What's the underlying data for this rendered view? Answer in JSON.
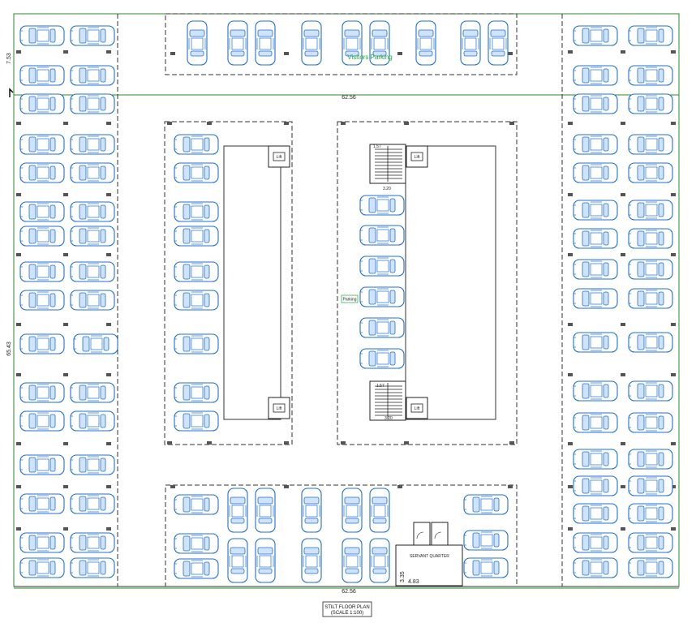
{
  "plan": {
    "title": "STILT  FLOOR  PLAN",
    "scale": "(SCALE  1:100)",
    "visitors_label": "Visitors Parking",
    "parking_label": "Parking",
    "servant_label": "SERVANT  QUARTER",
    "lift_label": "Lift"
  },
  "dimensions": {
    "overall_width": "62.56",
    "overall_width_bottom": "62.56",
    "overall_height": "65.43",
    "top_strip": "7.53",
    "stair_width_a": "3.20",
    "stair_width_b": "3.20",
    "stair_depth_a": "1.57",
    "stair_depth_b": "1.57",
    "servant_height": "3.35",
    "servant_width": "4.83"
  },
  "colors": {
    "car_stroke": "#1f6fd0",
    "dimension_line": "#2b8a2b",
    "label_green": "#1faa3a",
    "wall": "#333333"
  }
}
